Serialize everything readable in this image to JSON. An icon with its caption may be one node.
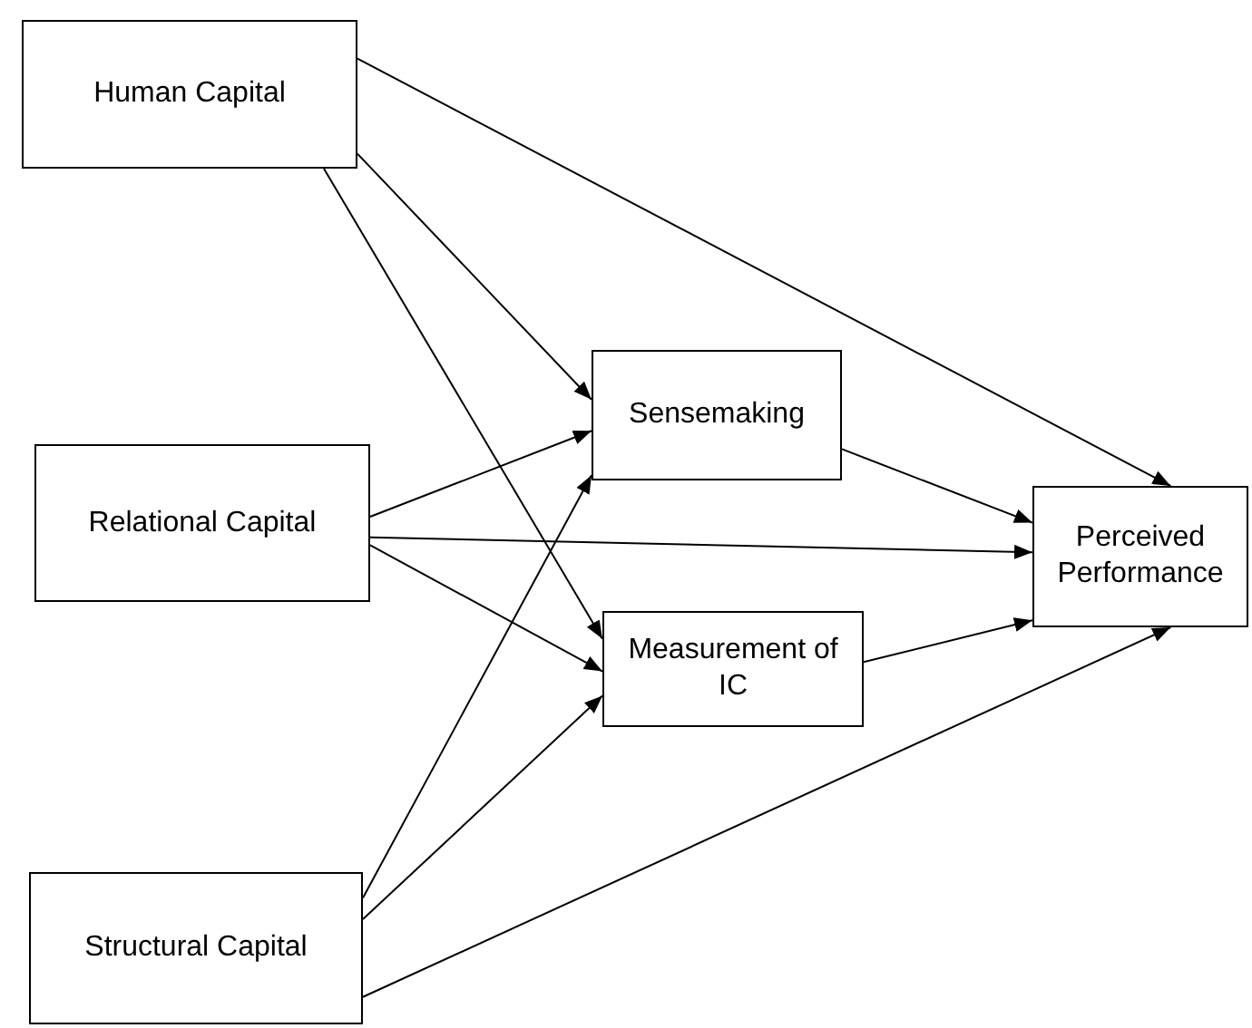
{
  "diagram": {
    "nodes": [
      {
        "text": [
          "Human Capital"
        ]
      },
      {
        "text": [
          "Relational Capital"
        ]
      },
      {
        "text": [
          "Structural Capital"
        ]
      },
      {
        "text": [
          "Sensemaking"
        ]
      },
      {
        "text": [
          "Measurement of IC"
        ]
      },
      {
        "text": [
          "Perceived Performance"
        ]
      }
    ],
    "edges": [
      {
        "from": 0,
        "to": 5,
        "arrow": "to"
      },
      {
        "from": 0,
        "to": 3,
        "arrow": "to"
      },
      {
        "from": 0,
        "to": 4,
        "arrow": "to"
      },
      {
        "from": 1,
        "to": 3,
        "arrow": "to"
      },
      {
        "from": 1,
        "to": 5,
        "arrow": "to"
      },
      {
        "from": 1,
        "to": 4,
        "arrow": "to"
      },
      {
        "from": 2,
        "to": 3,
        "arrow": "to"
      },
      {
        "from": 2,
        "to": 4,
        "arrow": "to"
      },
      {
        "from": 2,
        "to": 5,
        "arrow": "to"
      },
      {
        "from": 3,
        "to": 5,
        "arrow": "to"
      },
      {
        "from": 4,
        "to": 5,
        "arrow": "to"
      }
    ]
  }
}
